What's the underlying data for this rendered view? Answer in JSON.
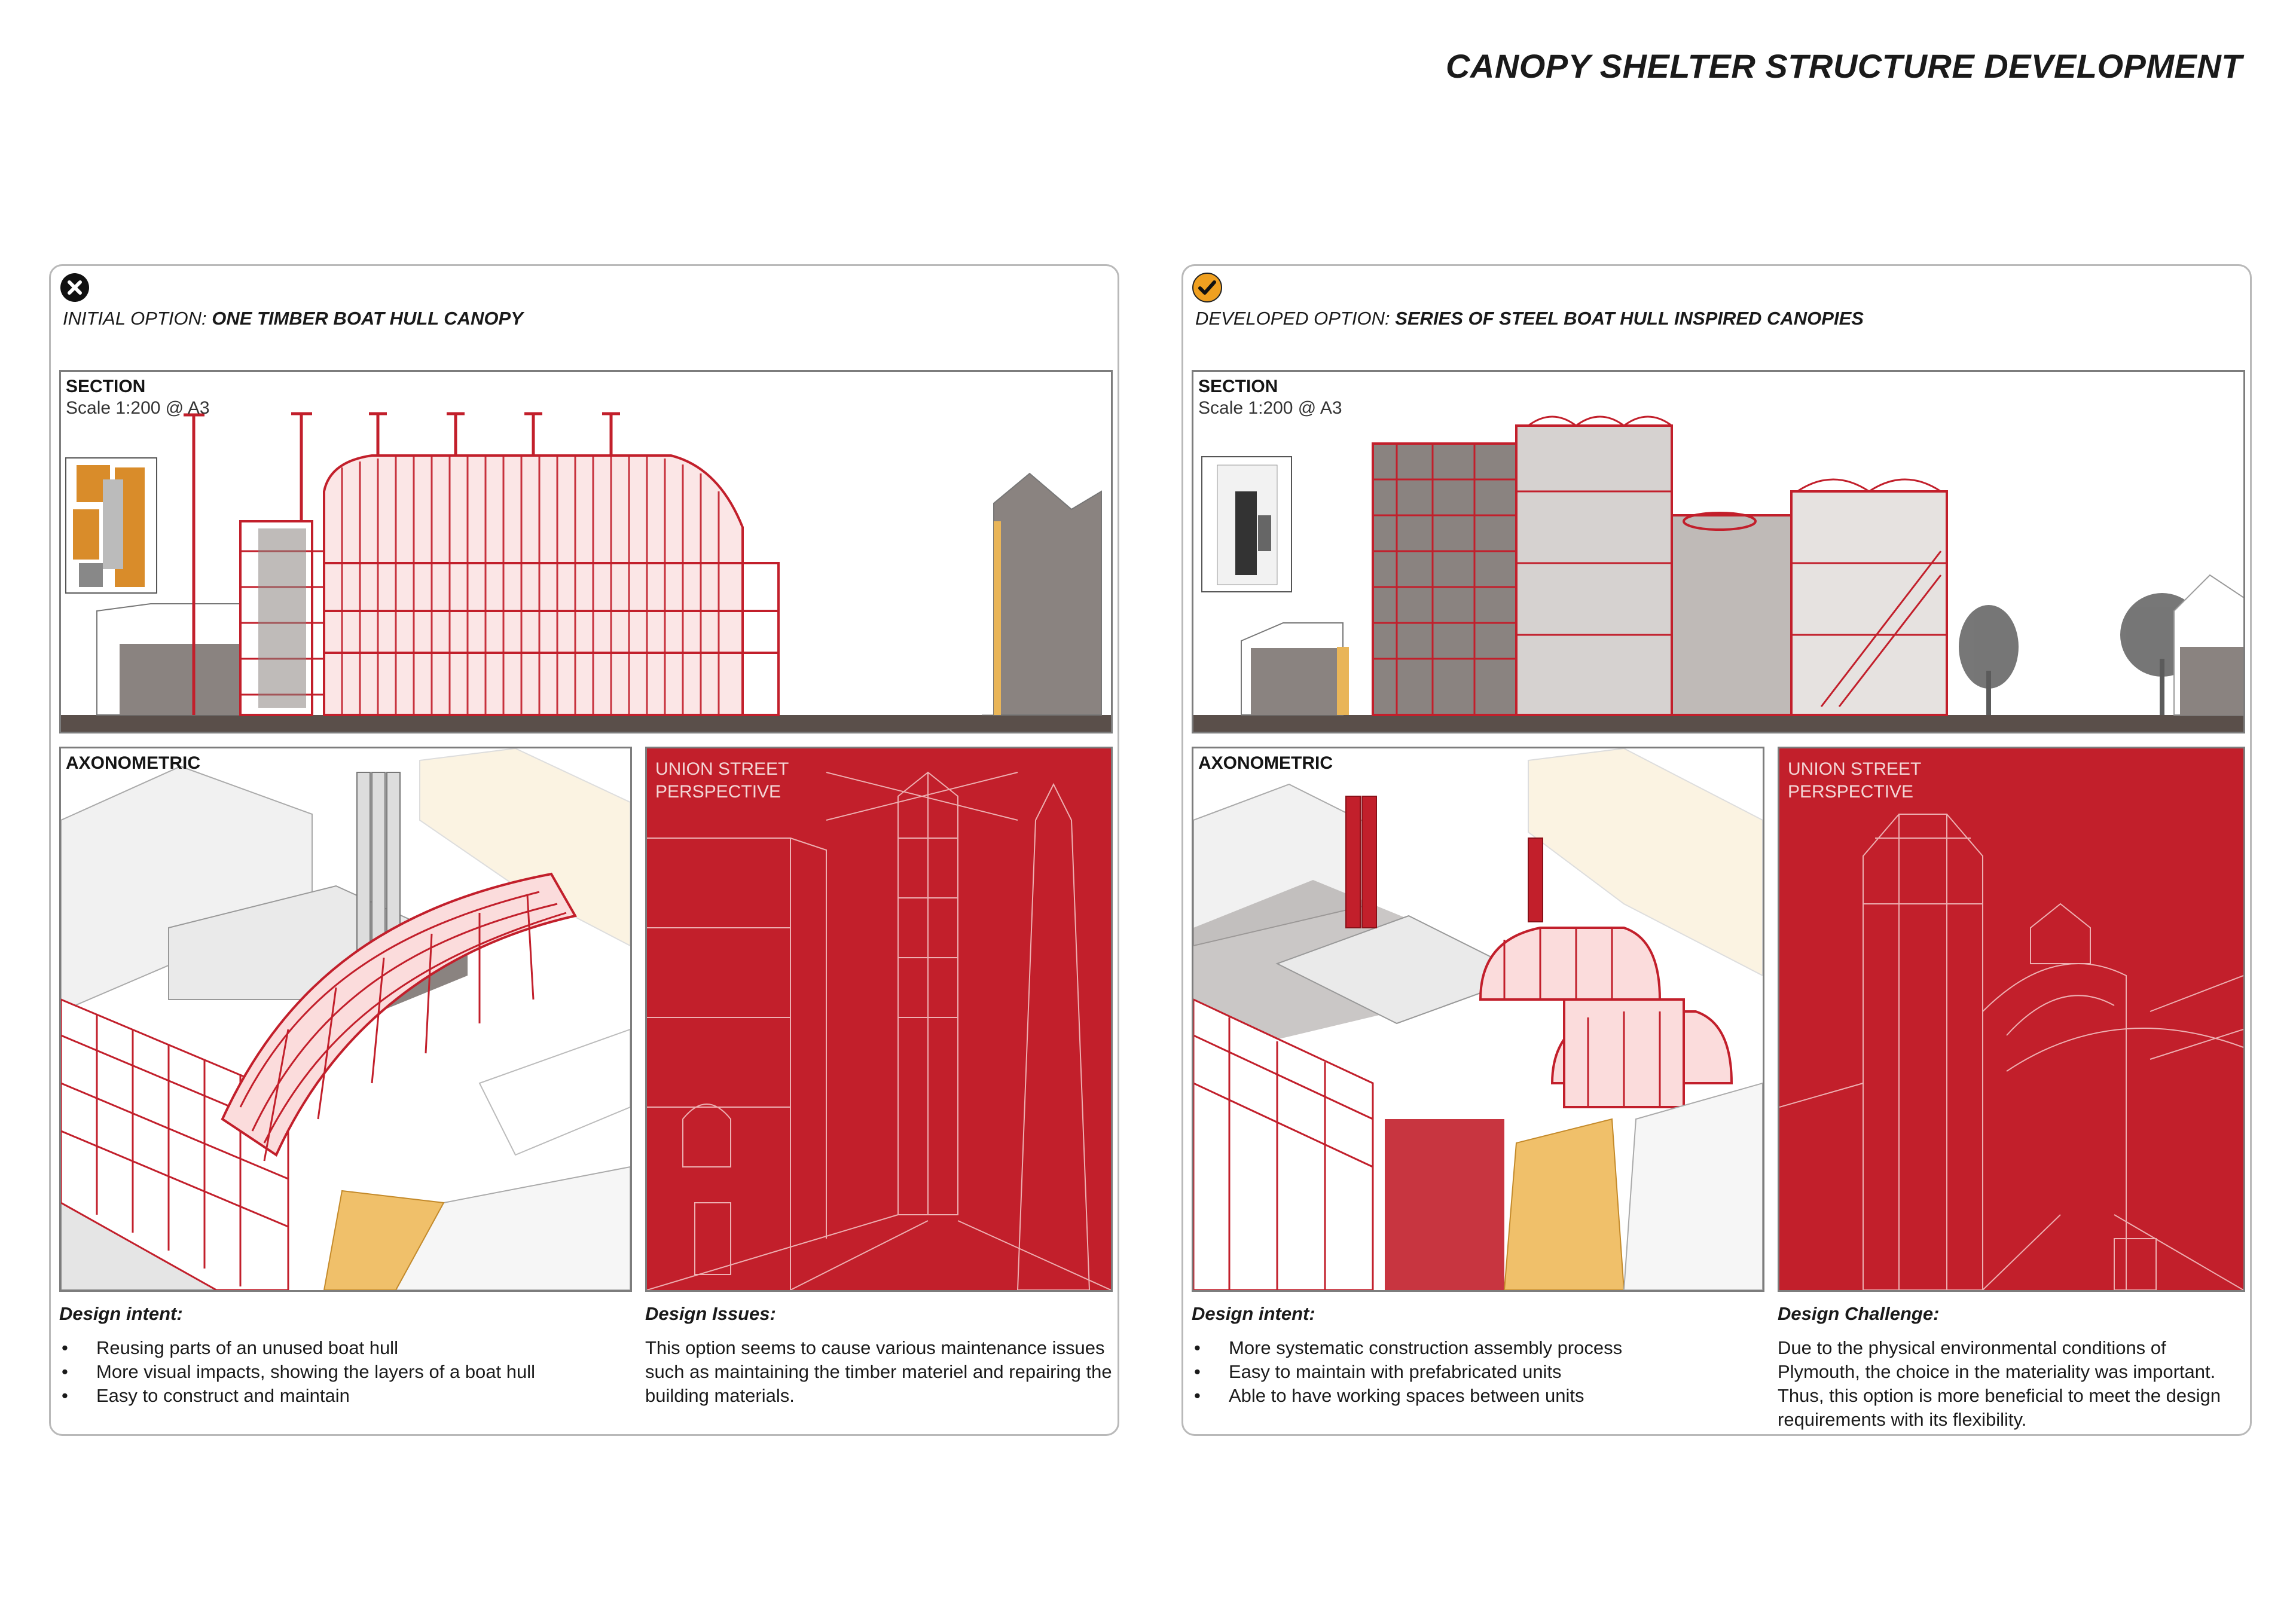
{
  "page": {
    "title": "CANOPY SHELTER STRUCTURE DEVELOPMENT"
  },
  "colors": {
    "accent_red": "#c21f2b",
    "accent_orange": "#f0a020",
    "ground": "#5a4f4a",
    "shadow_grey": "#8a8380",
    "timber": "#e9b558"
  },
  "panels": [
    {
      "status": "rejected",
      "status_icon": "close-circle-icon",
      "option_prefix": "INITIAL OPTION: ",
      "option_name": "ONE TIMBER BOAT HULL CANOPY",
      "section_label": "SECTION",
      "scale_label": "Scale 1:200 @ A3",
      "axonometric_label": "AXONOMETRIC",
      "perspective_label_1": "UNION STREET",
      "perspective_label_2": "PERSPECTIVE",
      "intent_heading": "Design intent:",
      "intent_items": [
        "Reusing parts of an unused boat hull",
        "More visual impacts, showing the layers of a boat hull",
        "Easy to construct and maintain"
      ],
      "second_heading": "Design Issues:",
      "second_text": "This option seems to cause various maintenance issues such as maintaining the timber materiel and repairing the building materials."
    },
    {
      "status": "accepted",
      "status_icon": "check-circle-icon",
      "option_prefix": "DEVELOPED OPTION: ",
      "option_name": "SERIES OF STEEL BOAT HULL INSPIRED CANOPIES",
      "section_label": "SECTION",
      "scale_label": "Scale 1:200 @ A3",
      "axonometric_label": "AXONOMETRIC",
      "perspective_label_1": "UNION STREET",
      "perspective_label_2": "PERSPECTIVE",
      "intent_heading": "Design intent:",
      "intent_items": [
        "More systematic construction assembly process",
        "Easy to maintain with prefabricated units",
        "Able to have working spaces between units"
      ],
      "second_heading": "Design Challenge:",
      "second_text": "Due to the physical environmental conditions of Plymouth, the choice in the materiality was important. Thus, this option is more beneficial to meet the design requirements with its flexibility."
    }
  ]
}
